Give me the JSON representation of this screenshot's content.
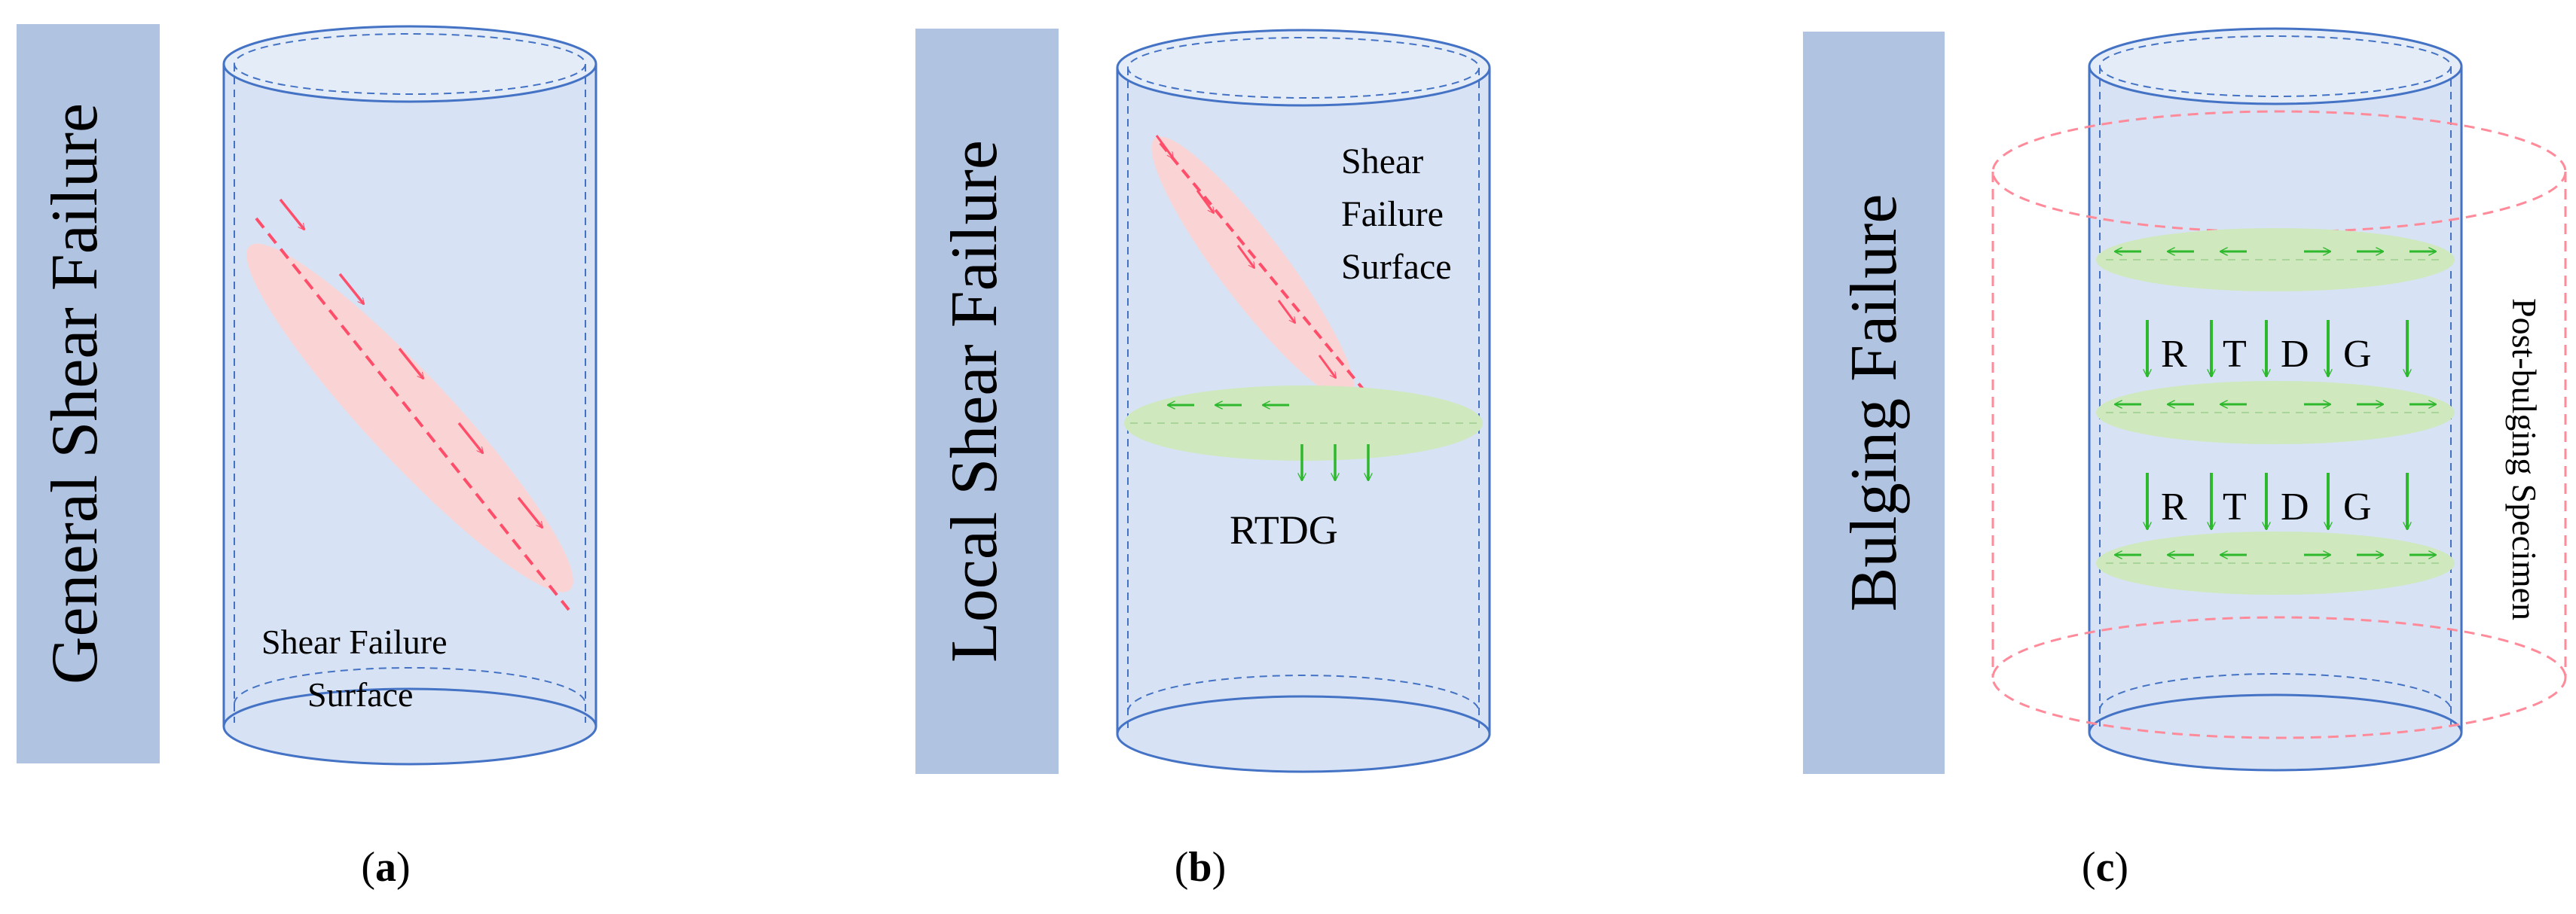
{
  "panels": [
    {
      "id": "a",
      "title": "General Shear Failure",
      "labels": [
        "Shear Failure",
        "Surface"
      ],
      "caption_letter": "a"
    },
    {
      "id": "b",
      "title": "Local Shear Failure",
      "labels": [
        "Shear",
        "Failure",
        "Surface"
      ],
      "zone_label": "RTDG",
      "caption_letter": "b"
    },
    {
      "id": "c",
      "title": "Bulging Failure",
      "zone_letters": [
        "R",
        "T",
        "D",
        "G"
      ],
      "side_label": "Post-bulging Specimen",
      "caption_letter": "c"
    }
  ],
  "caption": {
    "open": "(",
    "close": ")"
  },
  "colors": {
    "title_bar": "#b0c3e0",
    "cylinder_fill": "#d7e3f4",
    "cylinder_stroke": "#4472c4",
    "shear_band_fill": "#fad4d4",
    "shear_arrow": "#ff4d6a",
    "green_zone": "#cfe8bd",
    "green_arrow": "#2db82d",
    "bulge_outline": "#ff8a9a"
  }
}
